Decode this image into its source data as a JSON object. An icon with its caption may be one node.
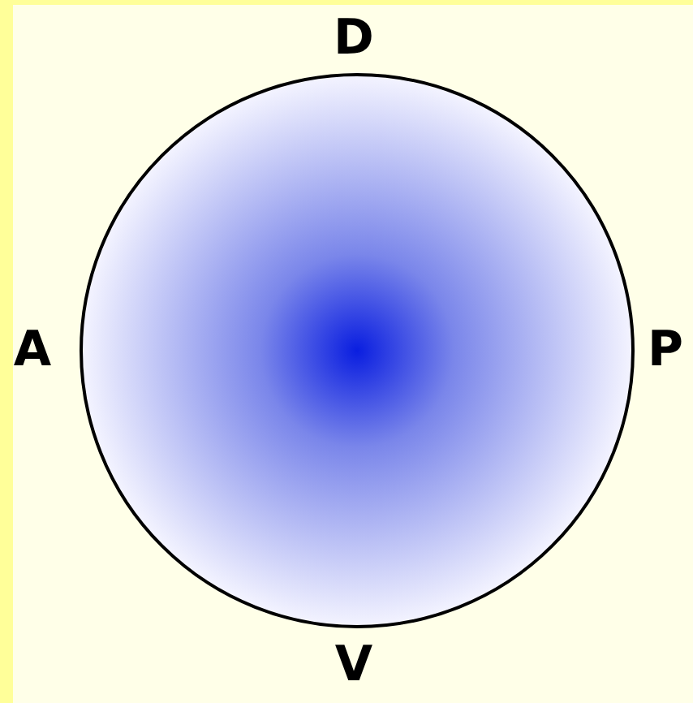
{
  "diagram": {
    "labels": [
      "D",
      "A",
      "P",
      "V"
    ]
  }
}
